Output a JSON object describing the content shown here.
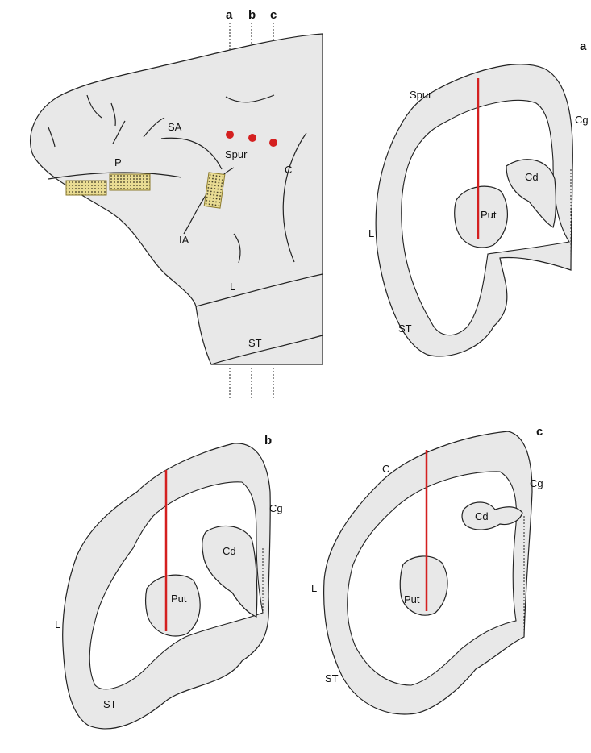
{
  "colors": {
    "tissue": "#e8e8e8",
    "outline": "#222222",
    "electrode_track": "#d42020",
    "injection_dot": "#d42020",
    "array_fill": "#e9dc93",
    "array_border": "#8b7a2c"
  },
  "lateral_view": {
    "plane_labels": [
      "a",
      "b",
      "c"
    ],
    "sulcus_labels": {
      "P": "P",
      "SA": "SA",
      "Spur": "Spur",
      "C": "C",
      "IA": "IA",
      "L": "L",
      "ST": "ST"
    },
    "markers": {
      "injection_sites": 3,
      "implanted_arrays": 3
    }
  },
  "sections": [
    {
      "id": "a",
      "title": "a",
      "labels": {
        "spur": "Spur",
        "cg": "Cg",
        "cd": "Cd",
        "put": "Put",
        "l": "L",
        "st": "ST"
      }
    },
    {
      "id": "b",
      "title": "b",
      "labels": {
        "cg": "Cg",
        "cd": "Cd",
        "put": "Put",
        "l": "L",
        "st": "ST"
      }
    },
    {
      "id": "c",
      "title": "c",
      "labels": {
        "c": "C",
        "cg": "Cg",
        "cd": "Cd",
        "put": "Put",
        "l": "L",
        "st": "ST"
      }
    }
  ]
}
